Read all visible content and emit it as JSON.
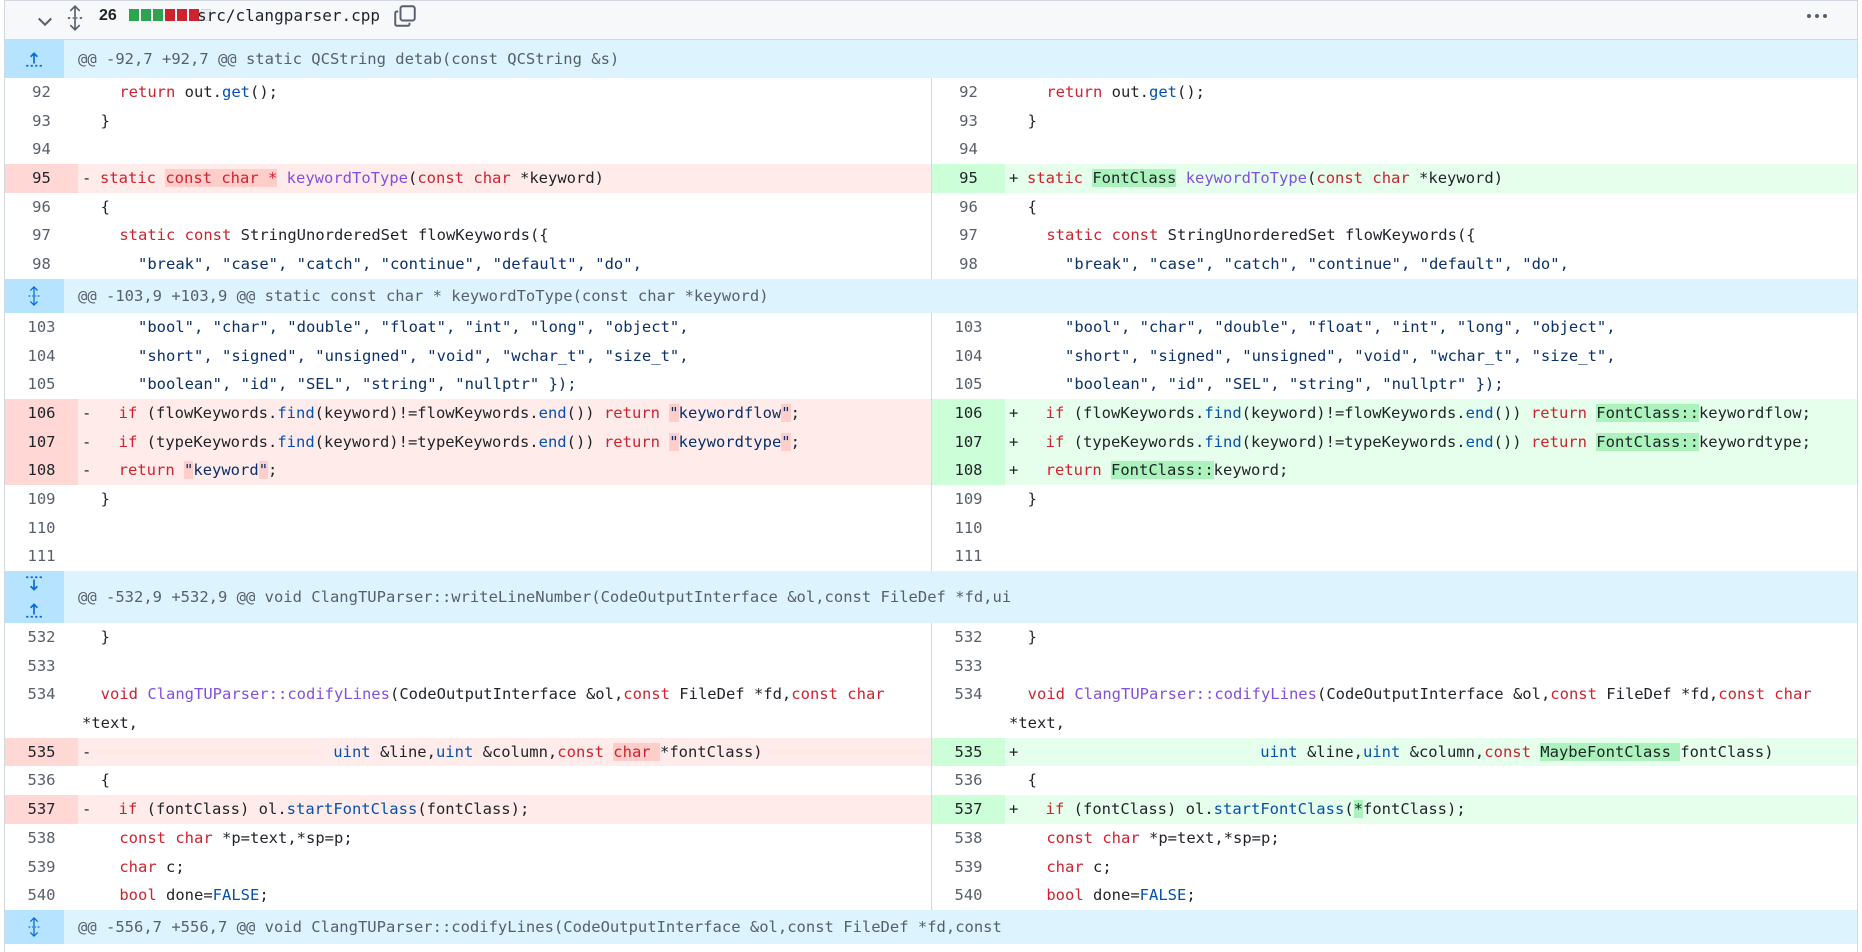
{
  "header": {
    "count": "26",
    "filename": "src/clangparser.cpp",
    "bar_colors": [
      "#2da44e",
      "#2da44e",
      "#2da44e",
      "#cf222e",
      "#cf222e",
      "#cf222e",
      "#eaeef2"
    ]
  },
  "hunks": {
    "h1": "@@ -92,7 +92,7 @@ static QCString detab(const QCString &s)",
    "h2": "@@ -103,9 +103,9 @@ static const char * keywordToType(const char *keyword)",
    "h3": "@@ -532,9 +532,9 @@ void ClangTUParser::writeLineNumber(CodeOutputInterface &ol,const FileDef *fd,ui",
    "h4": "@@ -556,7 +556,7 @@ void ClangTUParser::codifyLines(CodeOutputInterface &ol,const FileDef *fd,const"
  },
  "markers": {
    "del": "-",
    "add": "+"
  },
  "lines": {
    "n92": "92",
    "n93": "93",
    "n94": "94",
    "n95": "95",
    "n96": "96",
    "n97": "97",
    "n98": "98",
    "n103": "103",
    "n104": "104",
    "n105": "105",
    "n106": "106",
    "n107": "107",
    "n108": "108",
    "n109": "109",
    "n110": "110",
    "n111": "111",
    "n532": "532",
    "n533": "533",
    "n534": "534",
    "n535": "535",
    "n536": "536",
    "n537": "537",
    "n538": "538",
    "n539": "539",
    "n540": "540"
  },
  "tokens": {
    "return": "return",
    "static": "static",
    "const": "const",
    "char": "char",
    "if": "if",
    "void": "void",
    "uint": "uint",
    "bool": "bool",
    "get": "get",
    "find": "find",
    "end": "end",
    "startFontClass": "startFontClass",
    "keywordToType": "keywordToType",
    "codify": "ClangTUParser::codifyLines",
    "FALSE": "FALSE",
    "FontClass": "FontClass",
    "FontClassNS": "FontClass::",
    "MaybeFontClass": "MaybeFontClass ",
    "const_char_star": "const char *",
    "char_sp": "char ",
    "star": "*",
    "dq": "\""
  },
  "text": {
    "out_a": "out.",
    "paren_semi": "();",
    "brace_close": "}",
    "brace_open": "{",
    "kw_param": " *keyword)",
    "paren_open": "(",
    "sus_a": " StringUnorderedSet flowKeywords({",
    "l98": "\"break\", \"case\", \"catch\", \"continue\", \"default\", \"do\",",
    "l103": "\"bool\", \"char\", \"double\", \"float\", \"int\", \"long\", \"object\",",
    "l104": "\"short\", \"signed\", \"unsigned\", \"void\", \"wchar_t\", \"size_t\",",
    "l105": "\"boolean\", \"id\", \"SEL\", \"string\", \"nullptr\" });",
    "flow_a": " (flowKeywords.",
    "flow_b": "(keyword)!=flowKeywords.",
    "paren_close2": "()) ",
    "type_a": " (typeKeywords.",
    "type_b": "(keyword)!=typeKeywords.",
    "keywordflow": "keywordflow",
    "keywordtype": "keywordtype",
    "keyword": "keyword",
    "q_semi": "\";",
    "flow_semi": "keywordflow;",
    "type_semi": "keywordtype;",
    "kw_semi": "keyword;",
    "col_a": "(CodeOutputInterface &ol,",
    "col_b": " FileDef *fd,",
    "col_c": "*text,",
    "line_a": " &line,",
    "column_a": " &column,",
    "fc_end": "fontClass)",
    "if_fc": " (fontClass) ol.",
    "fc_paren": "(fontClass);",
    "fc_paren2": "fontClass);",
    "p_decl": " *p=text,*sp=p;",
    "c_decl": " c;",
    "done_a": " done=",
    "semi": ";"
  }
}
